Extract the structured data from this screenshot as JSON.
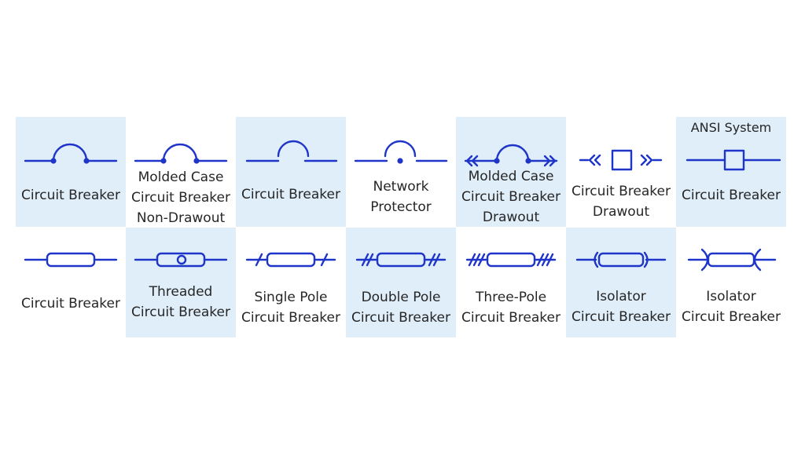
{
  "colors": {
    "symbol": "#1f35c9",
    "shade": "#dfeef9",
    "text": "#262626"
  },
  "row1": [
    {
      "icon": "arc-breaker-with-dots-icon",
      "lines": [
        "Circuit Breaker"
      ]
    },
    {
      "icon": "molded-case-non-drawout-icon",
      "lines": [
        "Molded Case",
        "Circuit Breaker",
        "Non-Drawout"
      ]
    },
    {
      "icon": "arc-breaker-icon",
      "lines": [
        "Circuit Breaker"
      ]
    },
    {
      "icon": "network-protector-icon",
      "lines": [
        "Network",
        "Protector"
      ]
    },
    {
      "icon": "molded-case-drawout-icon",
      "lines": [
        "Molded Case",
        "Circuit Breaker",
        "Drawout"
      ]
    },
    {
      "icon": "drawout-square-icon",
      "lines": [
        "Circuit Breaker",
        "Drawout"
      ]
    },
    {
      "icon": "ansi-square-icon",
      "lines": [
        "Circuit Breaker"
      ],
      "header": "ANSI System"
    }
  ],
  "row2": [
    {
      "icon": "rounded-rect-breaker-icon",
      "lines": [
        "Circuit Breaker"
      ]
    },
    {
      "icon": "threaded-breaker-icon",
      "lines": [
        "Threaded",
        "Circuit Breaker"
      ]
    },
    {
      "icon": "single-pole-icon",
      "lines": [
        "Single Pole",
        "Circuit Breaker"
      ]
    },
    {
      "icon": "double-pole-icon",
      "lines": [
        "Double Pole",
        "Circuit Breaker"
      ]
    },
    {
      "icon": "three-pole-icon",
      "lines": [
        "Three-Pole",
        "Circuit Breaker"
      ]
    },
    {
      "icon": "isolator-parenthesis-icon",
      "lines": [
        "Isolator",
        "Circuit Breaker"
      ]
    },
    {
      "icon": "isolator-bracket-icon",
      "lines": [
        "Isolator",
        "Circuit Breaker"
      ]
    }
  ]
}
